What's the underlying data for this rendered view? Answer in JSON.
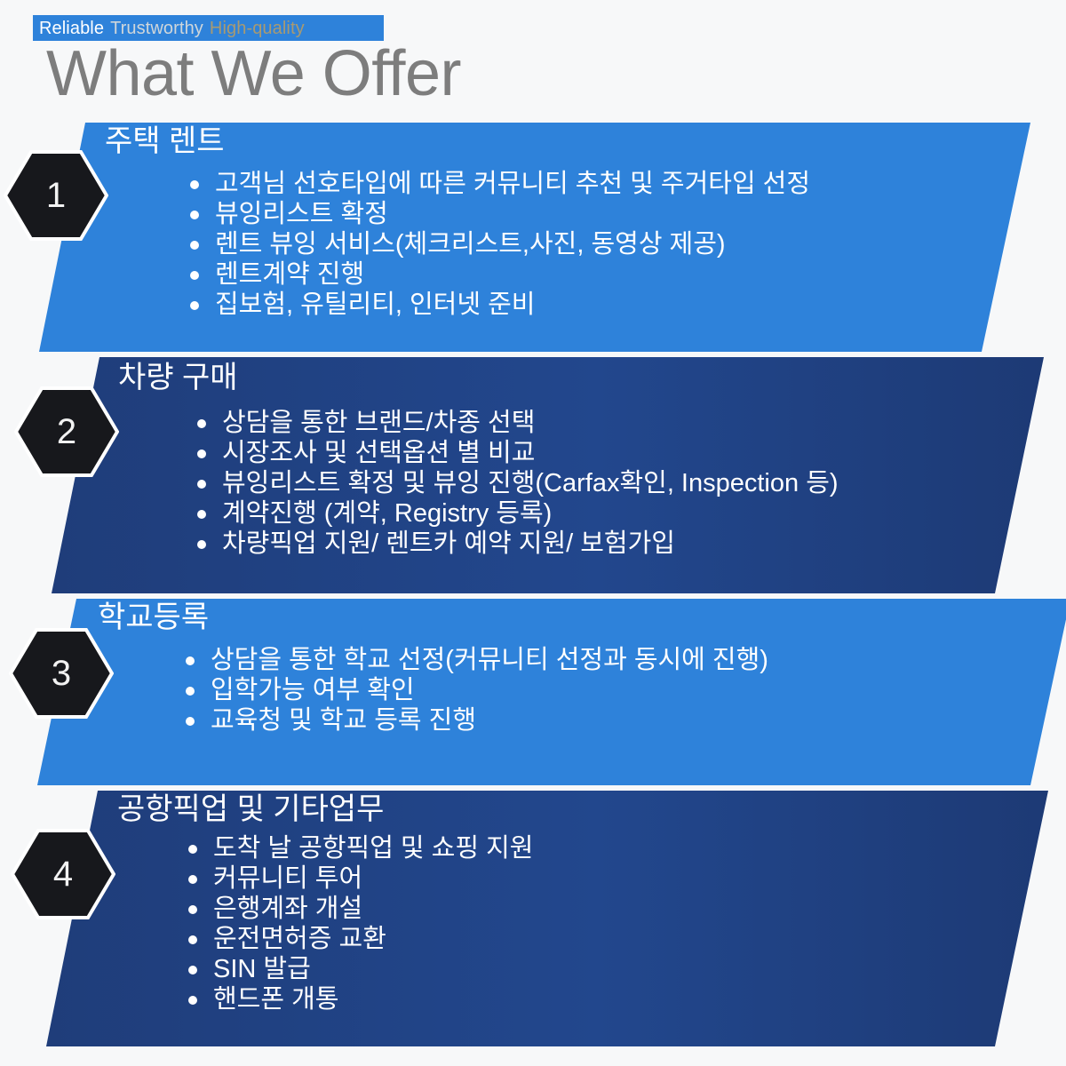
{
  "header": {
    "tagline": [
      "Reliable",
      "Trustworthy",
      "High-quality"
    ],
    "title": "What We Offer",
    "tagline_colors": [
      "#ffffff",
      "#cfd6da",
      "#a89a72"
    ],
    "title_color": "#7d7d7d",
    "bar_color": "#2e82da"
  },
  "theme": {
    "background": "#f7f8f9",
    "light_blue": "#2e82da",
    "dark_blue": "#204181",
    "hex_fill": "#17181c",
    "hex_stroke": "#ffffff",
    "text_color": "#ffffff"
  },
  "sections": [
    {
      "number": "1",
      "heading": "주택 렌트",
      "color": "#2e82da",
      "items": [
        "고객님 선호타입에 따른 커뮤니티 추천 및 주거타입 선정",
        "뷰잉리스트 확정",
        "렌트 뷰잉 서비스(체크리스트,사진, 동영상 제공)",
        "렌트계약 진행",
        "집보험, 유틸리티, 인터넷 준비"
      ]
    },
    {
      "number": "2",
      "heading": "차량 구매",
      "color": "#204181",
      "items": [
        "상담을 통한 브랜드/차종 선택",
        "시장조사 및 선택옵션 별 비교",
        "뷰잉리스트 확정 및 뷰잉 진행(Carfax확인, Inspection 등)",
        "계약진행 (계약, Registry 등록)",
        "차량픽업 지원/ 렌트카 예약 지원/ 보험가입"
      ]
    },
    {
      "number": "3",
      "heading": "학교등록",
      "color": "#2e82da",
      "items": [
        "상담을 통한 학교 선정(커뮤니티 선정과 동시에 진행)",
        "입학가능 여부 확인",
        "교육청 및 학교 등록 진행"
      ]
    },
    {
      "number": "4",
      "heading": "공항픽업 및 기타업무",
      "color": "#204181",
      "items": [
        "도착 날 공항픽업 및 쇼핑 지원",
        "커뮤니티 투어",
        "은행계좌 개설",
        "운전면허증 교환",
        "SIN 발급",
        "핸드폰 개통"
      ]
    }
  ]
}
